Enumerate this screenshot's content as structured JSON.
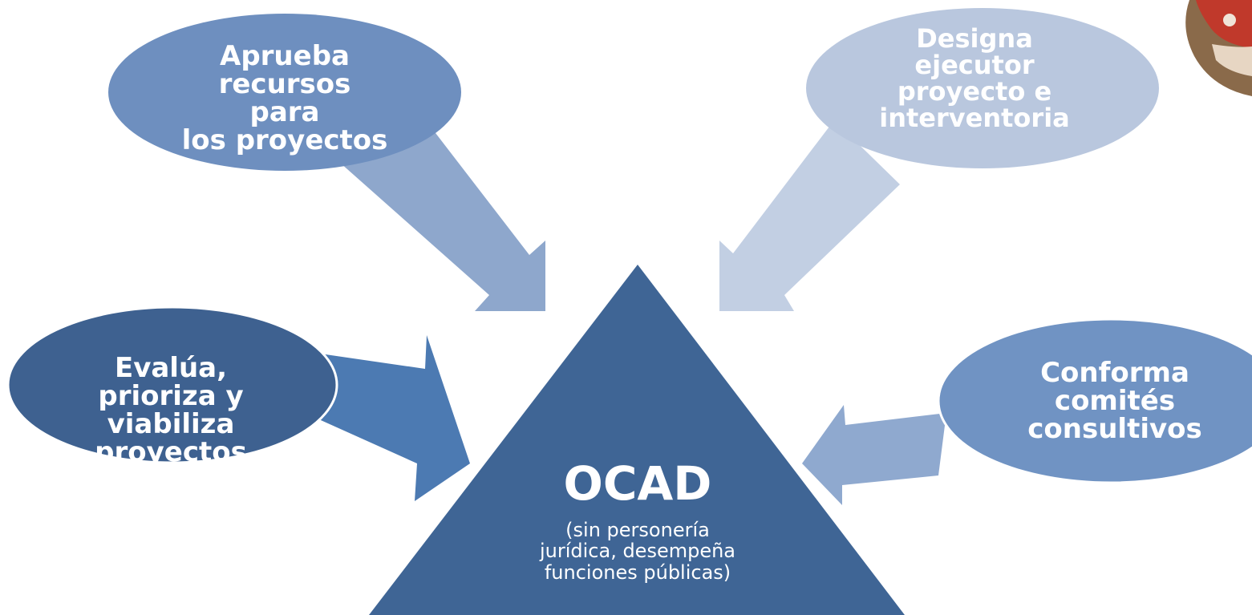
{
  "colors": {
    "triangle": "#3f6595",
    "top_left": "#6e8fbf",
    "top_right": "#b9c7de",
    "left": "#3e6190",
    "right": "#7093c3",
    "arrow_top_left": "#8ea7cc",
    "arrow_top_right": "#c2cfe3",
    "arrow_left": "#4c7ab2",
    "arrow_right": "#8fa9cf",
    "text_light": "#ffffff"
  },
  "center": {
    "title": "OCAD",
    "subtitle_lines": [
      "(sin personería",
      "jurídica, desempeña",
      "funciones públicas)"
    ]
  },
  "nodes": {
    "top_left": {
      "lines": [
        "Aprueba",
        "recursos para",
        "los proyectos"
      ]
    },
    "top_right": {
      "lines": [
        "Designa",
        "ejecutor",
        "proyecto e",
        "interventoria"
      ]
    },
    "left": {
      "lines": [
        "Evalúa,",
        "prioriza y",
        "viabiliza",
        "proyectos"
      ]
    },
    "right": {
      "lines": [
        "Conforma",
        "comités",
        "consultivos"
      ]
    }
  },
  "decor": {
    "photo": "photo-corner"
  }
}
